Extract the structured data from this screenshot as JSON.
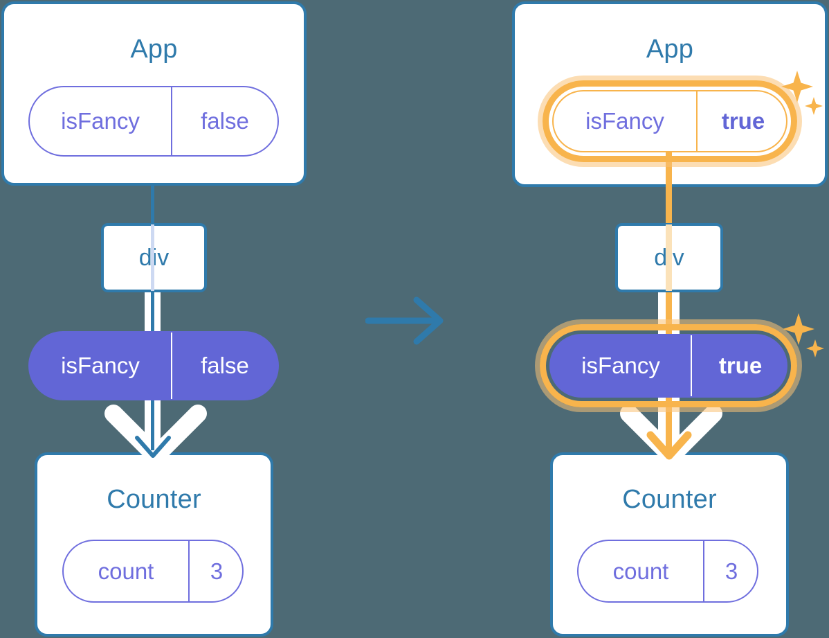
{
  "diagram": {
    "title": "React state update propagation diagram",
    "transition_icon": "right-arrow-icon",
    "colors": {
      "background": "#4d6a75",
      "card_border": "#2f7aab",
      "card_title": "#2f7aab",
      "pill_outline": "#6f6ede",
      "pill_filled": "#6266d6",
      "highlight": "#f8b44c",
      "highlight_soft": "#fbe2b9",
      "connector_blue": "#2f7aab",
      "connector_white": "#ffffff"
    }
  },
  "before": {
    "app": {
      "title": "App",
      "state": {
        "key": "isFancy",
        "value": "false"
      }
    },
    "div": {
      "label": "div"
    },
    "prop": {
      "key": "isFancy",
      "value": "false"
    },
    "counter": {
      "title": "Counter",
      "state": {
        "key": "count",
        "value": "3"
      }
    }
  },
  "after": {
    "app": {
      "title": "App",
      "state": {
        "key": "isFancy",
        "value": "true"
      },
      "highlighted": true,
      "sparkle_icon": "sparkles-icon"
    },
    "div": {
      "label": "div"
    },
    "prop": {
      "key": "isFancy",
      "value": "true",
      "highlighted": true,
      "sparkle_icon": "sparkles-icon"
    },
    "counter": {
      "title": "Counter",
      "state": {
        "key": "count",
        "value": "3"
      }
    }
  }
}
